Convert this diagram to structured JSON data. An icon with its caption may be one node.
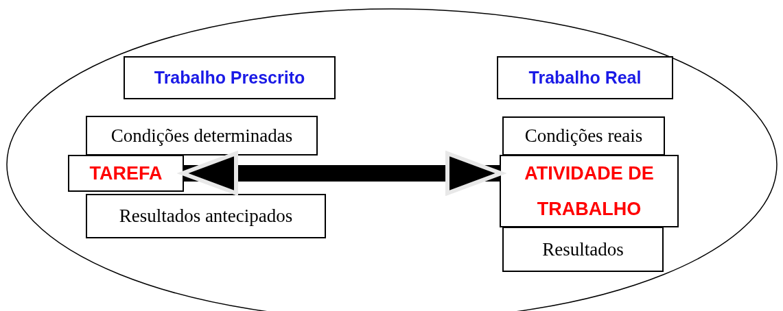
{
  "diagram": {
    "nodes": [
      {
        "text": [],
        "shape": "ellipse"
      },
      {
        "text": [
          "Trabalho Prescrito"
        ],
        "in": 0
      },
      {
        "text": [
          "Trabalho Real"
        ],
        "in": 0
      },
      {
        "text": [
          "Condições determinadas"
        ],
        "in": 0
      },
      {
        "text": [
          "TAREFA"
        ],
        "in": 0
      },
      {
        "text": [
          "Resultados antecipados"
        ],
        "in": 0
      },
      {
        "text": [
          "Condições reais"
        ],
        "in": 0
      },
      {
        "text": [
          "ATIVIDADE DE TRABALHO"
        ],
        "in": 0
      },
      {
        "text": [
          "Resultados"
        ],
        "in": 0
      }
    ],
    "edges": [
      {
        "from": 4,
        "to": 7,
        "arrow": "both"
      }
    ]
  }
}
